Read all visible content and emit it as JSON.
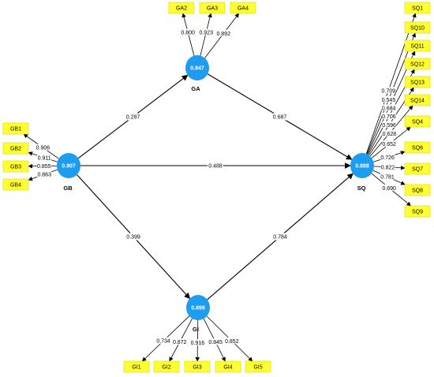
{
  "colors": {
    "construct_fill": "#1E9CF0",
    "indicator_fill": "#FFFF33",
    "indicator_stroke": "#D8D800",
    "arrow": "#000000"
  },
  "constructs": [
    {
      "id": "GA",
      "name": "GA",
      "r2": "0.847"
    },
    {
      "id": "GB",
      "name": "GB",
      "r2": "0.907"
    },
    {
      "id": "GI",
      "name": "GI",
      "r2": "0.899"
    },
    {
      "id": "SQ",
      "name": "SQ",
      "r2": "0.888"
    }
  ],
  "paths": [
    {
      "from": "GB",
      "to": "GA",
      "coefficient": "0.287"
    },
    {
      "from": "GA",
      "to": "SQ",
      "coefficient": "0.687"
    },
    {
      "from": "GB",
      "to": "SQ",
      "coefficient": "0.488"
    },
    {
      "from": "GB",
      "to": "GI",
      "coefficient": "0.399"
    },
    {
      "from": "GI",
      "to": "SQ",
      "coefficient": "0.784"
    }
  ],
  "indicators": {
    "GA": [
      {
        "name": "GA2",
        "loading": "0.800"
      },
      {
        "name": "GA3",
        "loading": "0.923"
      },
      {
        "name": "GA4",
        "loading": "0.892"
      }
    ],
    "GB": [
      {
        "name": "GB1",
        "loading": "0.906"
      },
      {
        "name": "GB2",
        "loading": "0.911"
      },
      {
        "name": "GB3",
        "loading": "0.855"
      },
      {
        "name": "GB4",
        "loading": "0.863"
      }
    ],
    "GI": [
      {
        "name": "GI1",
        "loading": "0.734"
      },
      {
        "name": "GI2",
        "loading": "0.872"
      },
      {
        "name": "GI3",
        "loading": "0.916"
      },
      {
        "name": "GI4",
        "loading": "0.845"
      },
      {
        "name": "GI5",
        "loading": "0.852"
      }
    ],
    "SQ": [
      {
        "name": "SQ1",
        "loading": "0.709"
      },
      {
        "name": "SQ10",
        "loading": "0.545"
      },
      {
        "name": "SQ11",
        "loading": "0.684"
      },
      {
        "name": "SQ12",
        "loading": "0.706"
      },
      {
        "name": "SQ13",
        "loading": "0.596"
      },
      {
        "name": "SQ14",
        "loading": "0.628"
      },
      {
        "name": "SQ4",
        "loading": "0.652"
      },
      {
        "name": "SQ6",
        "loading": "0.726"
      },
      {
        "name": "SQ7",
        "loading": "0.822"
      },
      {
        "name": "SQ8",
        "loading": "0.781"
      },
      {
        "name": "SQ9",
        "loading": "0.690"
      }
    ]
  }
}
